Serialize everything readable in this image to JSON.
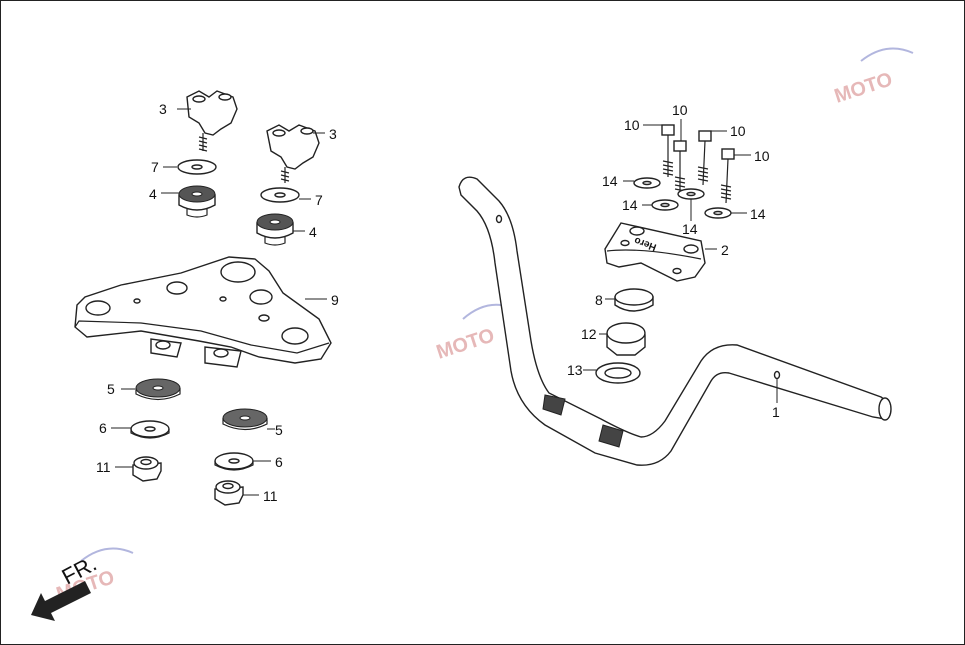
{
  "diagram": {
    "front_indicator": "FR.",
    "logo_text": "MOTO",
    "badge_text": "Hero",
    "callouts": [
      {
        "id": "c3a",
        "label": "3"
      },
      {
        "id": "c3b",
        "label": "3"
      },
      {
        "id": "c7a",
        "label": "7"
      },
      {
        "id": "c7b",
        "label": "7"
      },
      {
        "id": "c4a",
        "label": "4"
      },
      {
        "id": "c4b",
        "label": "4"
      },
      {
        "id": "c9",
        "label": "9"
      },
      {
        "id": "c5a",
        "label": "5"
      },
      {
        "id": "c5b",
        "label": "5"
      },
      {
        "id": "c6a",
        "label": "6"
      },
      {
        "id": "c6b",
        "label": "6"
      },
      {
        "id": "c11a",
        "label": "11"
      },
      {
        "id": "c11b",
        "label": "11"
      },
      {
        "id": "c10a",
        "label": "10"
      },
      {
        "id": "c10b",
        "label": "10"
      },
      {
        "id": "c10c",
        "label": "10"
      },
      {
        "id": "c10d",
        "label": "10"
      },
      {
        "id": "c14a",
        "label": "14"
      },
      {
        "id": "c14b",
        "label": "14"
      },
      {
        "id": "c14c",
        "label": "14"
      },
      {
        "id": "c14d",
        "label": "14"
      },
      {
        "id": "c2",
        "label": "2"
      },
      {
        "id": "c8",
        "label": "8"
      },
      {
        "id": "c12",
        "label": "12"
      },
      {
        "id": "c13",
        "label": "13"
      },
      {
        "id": "c1",
        "label": "1"
      }
    ]
  }
}
